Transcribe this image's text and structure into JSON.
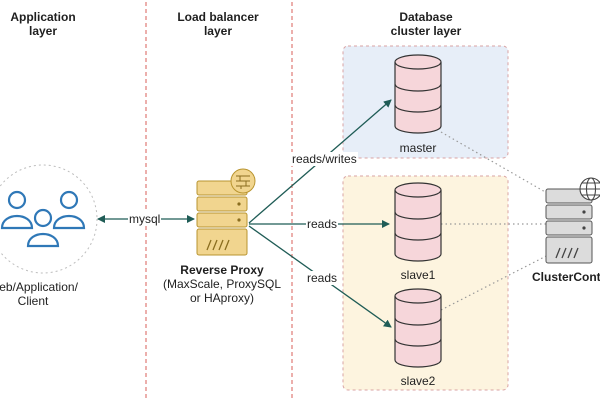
{
  "layers": {
    "application": "Application\nlayer",
    "load_balancer": "Load balancer\nlayer",
    "database": "Database\ncluster layer"
  },
  "client": {
    "label": "Web/Application/\nClient"
  },
  "proxy": {
    "title": "Reverse Proxy",
    "subtitle": "(MaxScale, ProxySQL\nor HAproxy)"
  },
  "connections": {
    "mysql": "mysql",
    "reads_writes": "reads/writes",
    "reads_1": "reads",
    "reads_2": "reads"
  },
  "nodes": {
    "master": "master",
    "slave1": "slave1",
    "slave2": "slave2"
  },
  "cluster_control": {
    "label": "ClusterControl"
  },
  "colors": {
    "divider": "#e07a74",
    "arrow": "#1f5c56",
    "db_fill": "#f6d6da",
    "db_stroke": "#333333",
    "master_zone": "#e7eef8",
    "slave_zone": "#fdf4df",
    "proxy_fill": "#f1d58f",
    "proxy_stroke": "#b8942f",
    "user_stroke": "#2f78b7",
    "server_fill": "#dcdcdc"
  }
}
